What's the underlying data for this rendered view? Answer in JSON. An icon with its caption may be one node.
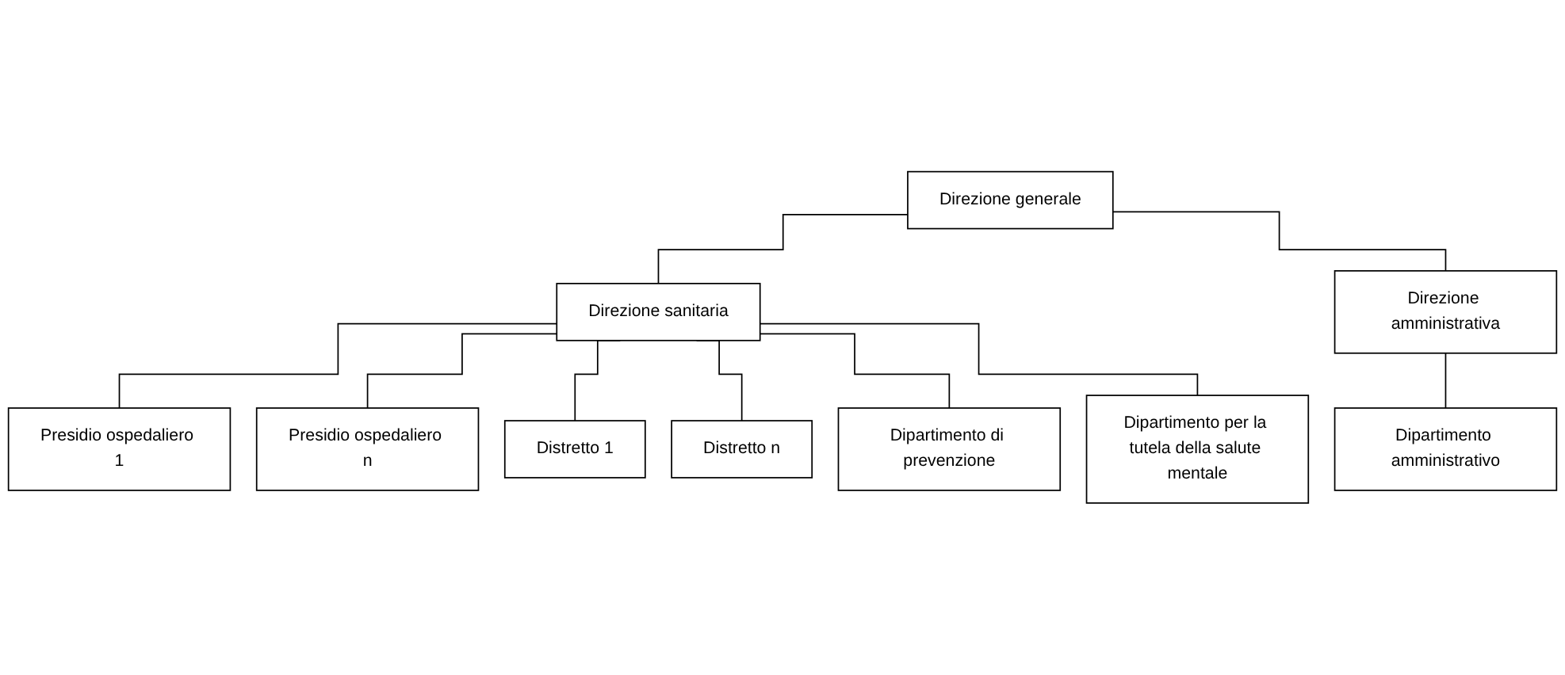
{
  "diagram": {
    "nodes": [
      {
        "text": [
          "Direzione generale"
        ]
      },
      {
        "text": [
          "Direzione sanitaria"
        ]
      },
      {
        "text": [
          "Direzione amministrativa"
        ]
      },
      {
        "text": [
          "Presidio ospedaliero 1"
        ]
      },
      {
        "text": [
          "Presidio ospedaliero n"
        ]
      },
      {
        "text": [
          "Distretto 1"
        ]
      },
      {
        "text": [
          "Distretto n"
        ]
      },
      {
        "text": [
          "Dipartimento di prevenzione"
        ]
      },
      {
        "text": [
          "Dipartimento per la tutela della salute mentale"
        ]
      },
      {
        "text": [
          "Dipartimento amministrativo"
        ]
      }
    ],
    "edges": [
      {
        "from": 0,
        "to": 1,
        "arrow": "none"
      },
      {
        "from": 0,
        "to": 2,
        "arrow": "none"
      },
      {
        "from": 1,
        "to": 3,
        "arrow": "none"
      },
      {
        "from": 1,
        "to": 4,
        "arrow": "none"
      },
      {
        "from": 1,
        "to": 5,
        "arrow": "none"
      },
      {
        "from": 1,
        "to": 6,
        "arrow": "none"
      },
      {
        "from": 1,
        "to": 7,
        "arrow": "none"
      },
      {
        "from": 1,
        "to": 8,
        "arrow": "none"
      },
      {
        "from": 2,
        "to": 9,
        "arrow": "none"
      }
    ]
  }
}
